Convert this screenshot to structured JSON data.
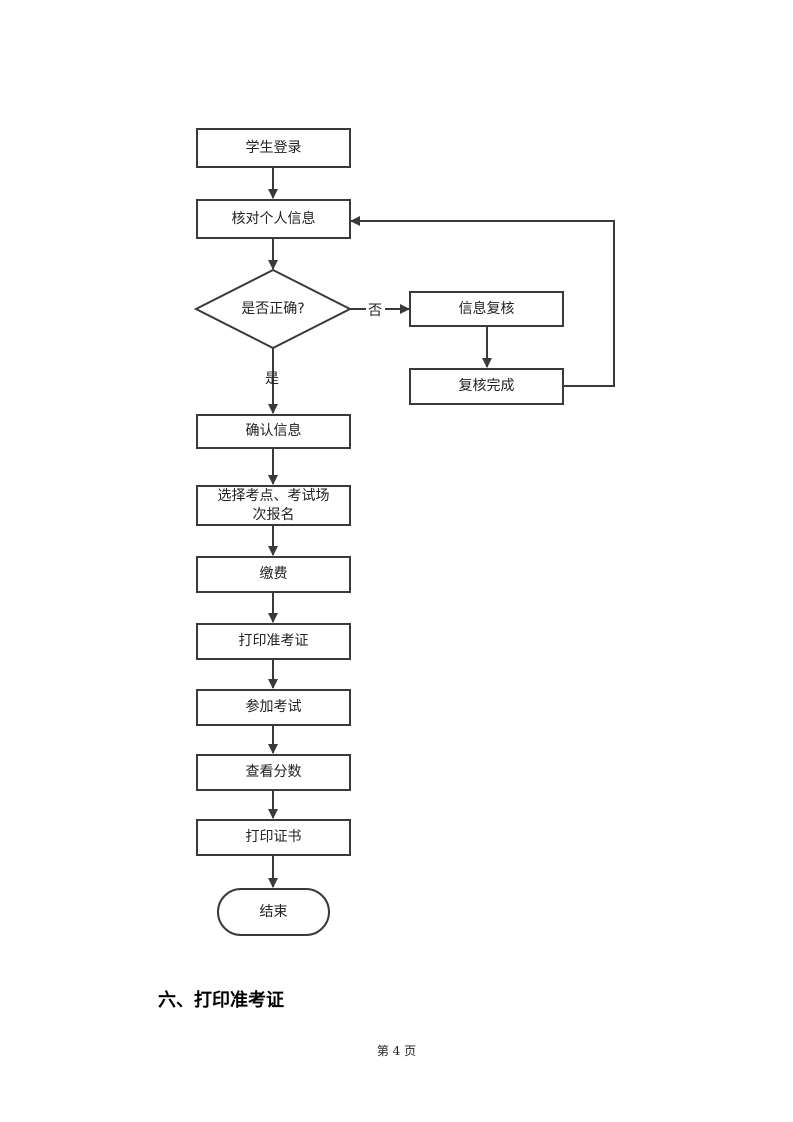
{
  "flowchart": {
    "steps": {
      "login": "学生登录",
      "verify_info": "核对个人信息",
      "decision": "是否正确?",
      "recheck": "信息复核",
      "recheck_done": "复核完成",
      "confirm_info": "确认信息",
      "select_exam": "选择考点、考试场\n次报名",
      "pay": "缴费",
      "print_admission": "打印准考证",
      "attend_exam": "参加考试",
      "check_score": "查看分数",
      "print_certificate": "打印证书",
      "end": "结束"
    },
    "labels": {
      "no": "否",
      "yes": "是"
    }
  },
  "section_heading": "六、打印准考证",
  "footer": {
    "page": "第 4 页"
  }
}
